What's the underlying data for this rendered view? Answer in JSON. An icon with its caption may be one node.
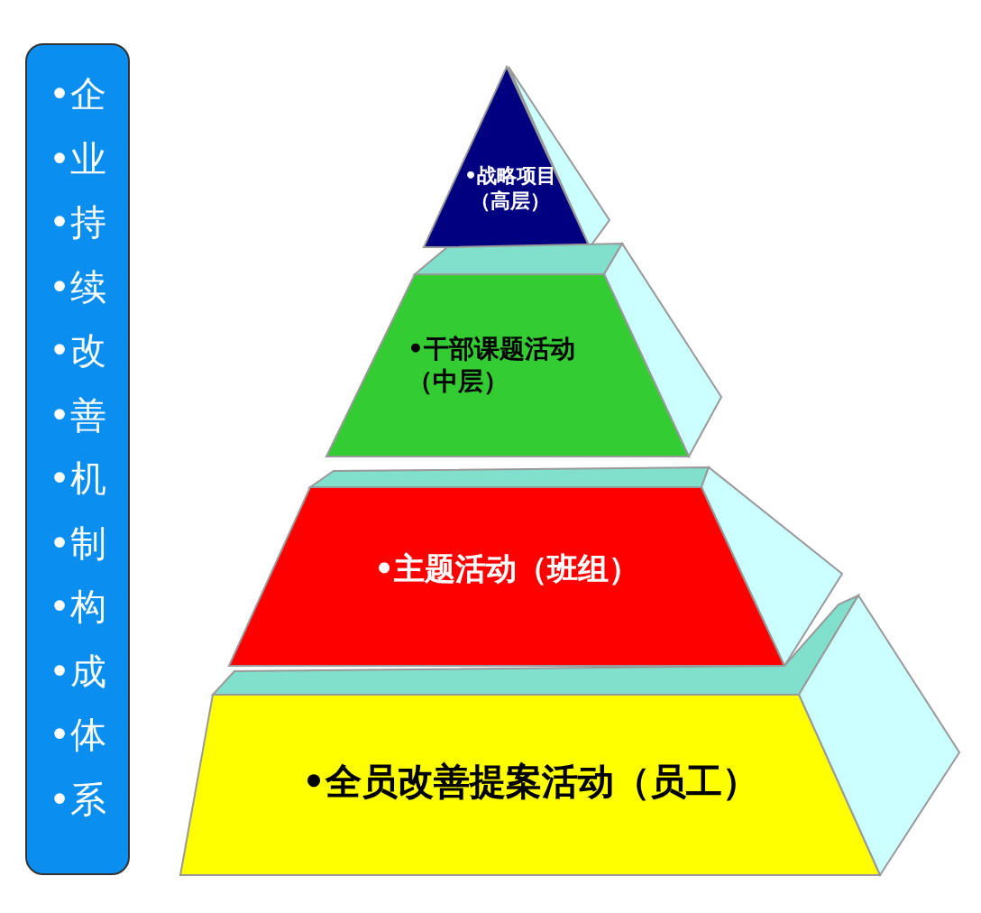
{
  "diagram": {
    "nodes": [
      {
        "text": [
          "•企",
          "•业",
          "•持",
          "•续",
          "•改",
          "•善",
          "•机",
          "•制",
          "•构",
          "•成",
          "•体",
          "•系"
        ]
      },
      {
        "text": [
          "•战略项目（高层）"
        ]
      },
      {
        "text": [
          "•干部课题活动（中层）"
        ]
      },
      {
        "text": [
          "•主题活动（班组）"
        ]
      },
      {
        "text": [
          "•全员改善提案活动（员工）"
        ]
      }
    ],
    "edges": []
  }
}
